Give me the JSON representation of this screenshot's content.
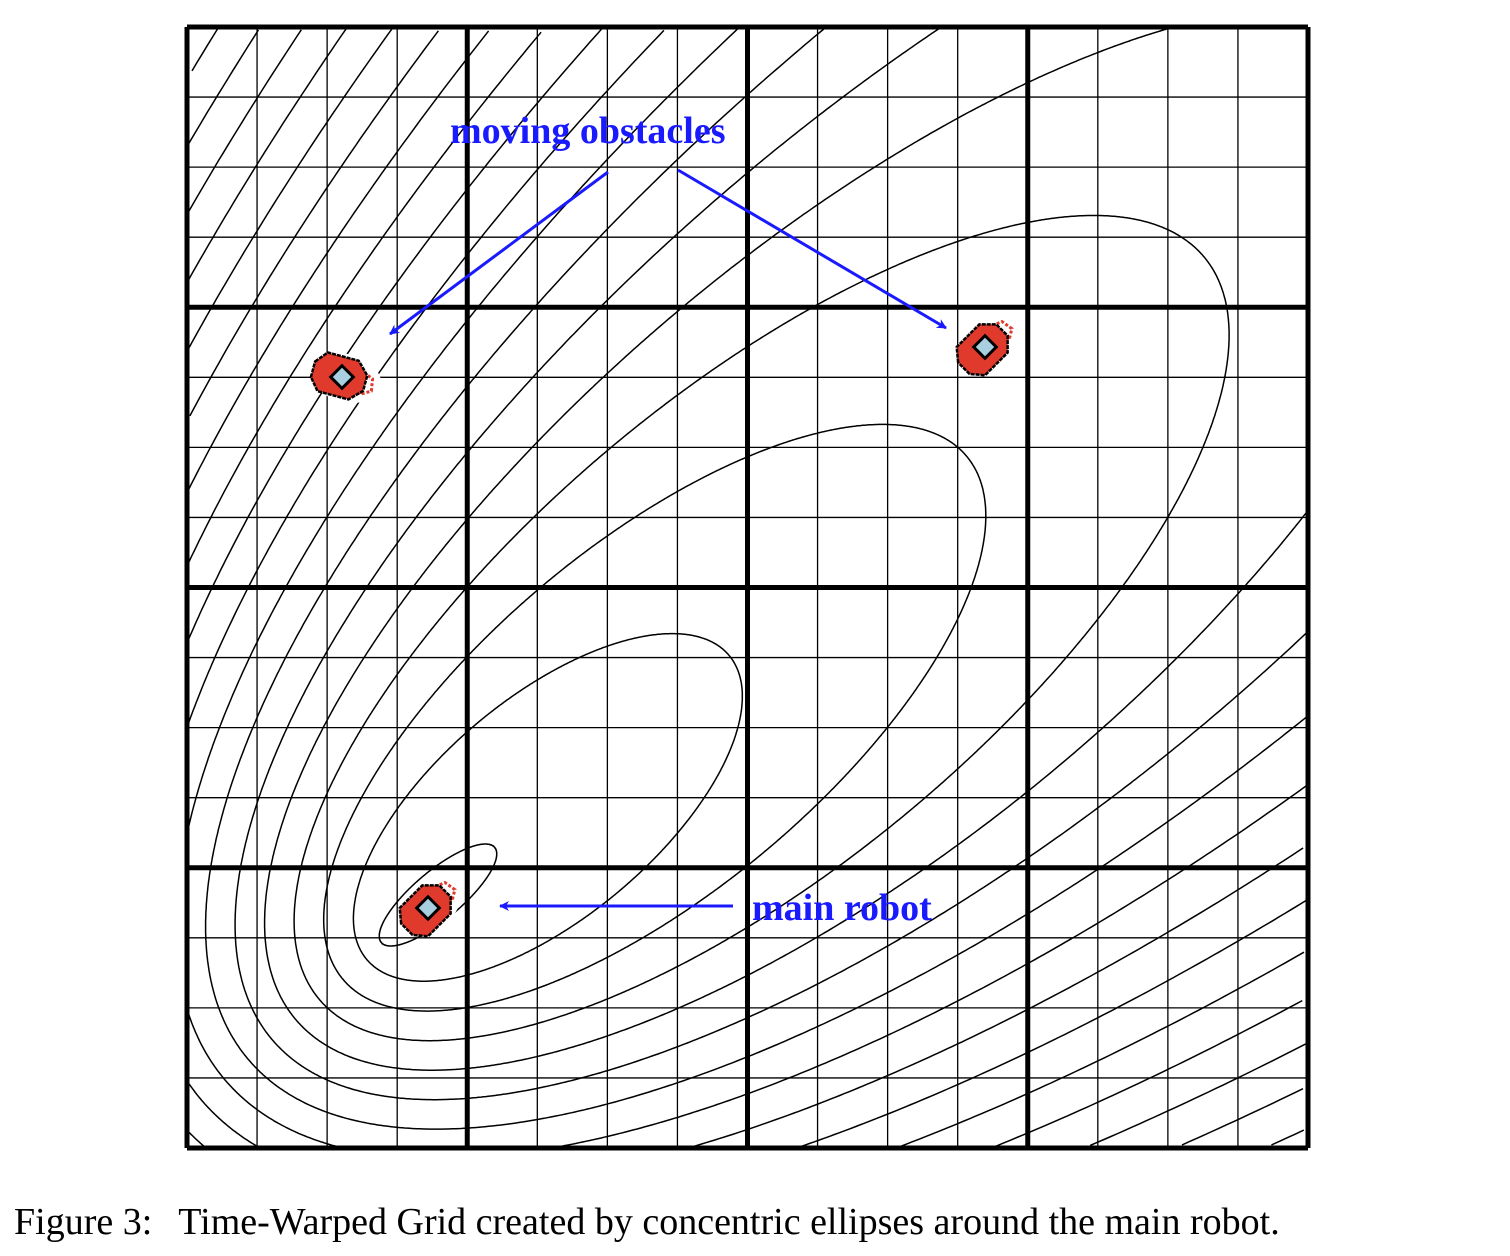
{
  "figure": {
    "annotations": {
      "obstacles_label": "moving obstacles",
      "robot_label": "main robot"
    },
    "colors": {
      "annotation": "#1a1aff",
      "robot_body": "#e03a2c",
      "robot_core": "#a8d0e0",
      "grid": "#000000"
    },
    "grid": {
      "major_cells": 4,
      "minor_per_major": 4
    },
    "ellipse_count": 22
  },
  "caption": {
    "number": "Figure 3:",
    "text": "Time-Warped Grid created by concentric ellipses around the main robot."
  }
}
